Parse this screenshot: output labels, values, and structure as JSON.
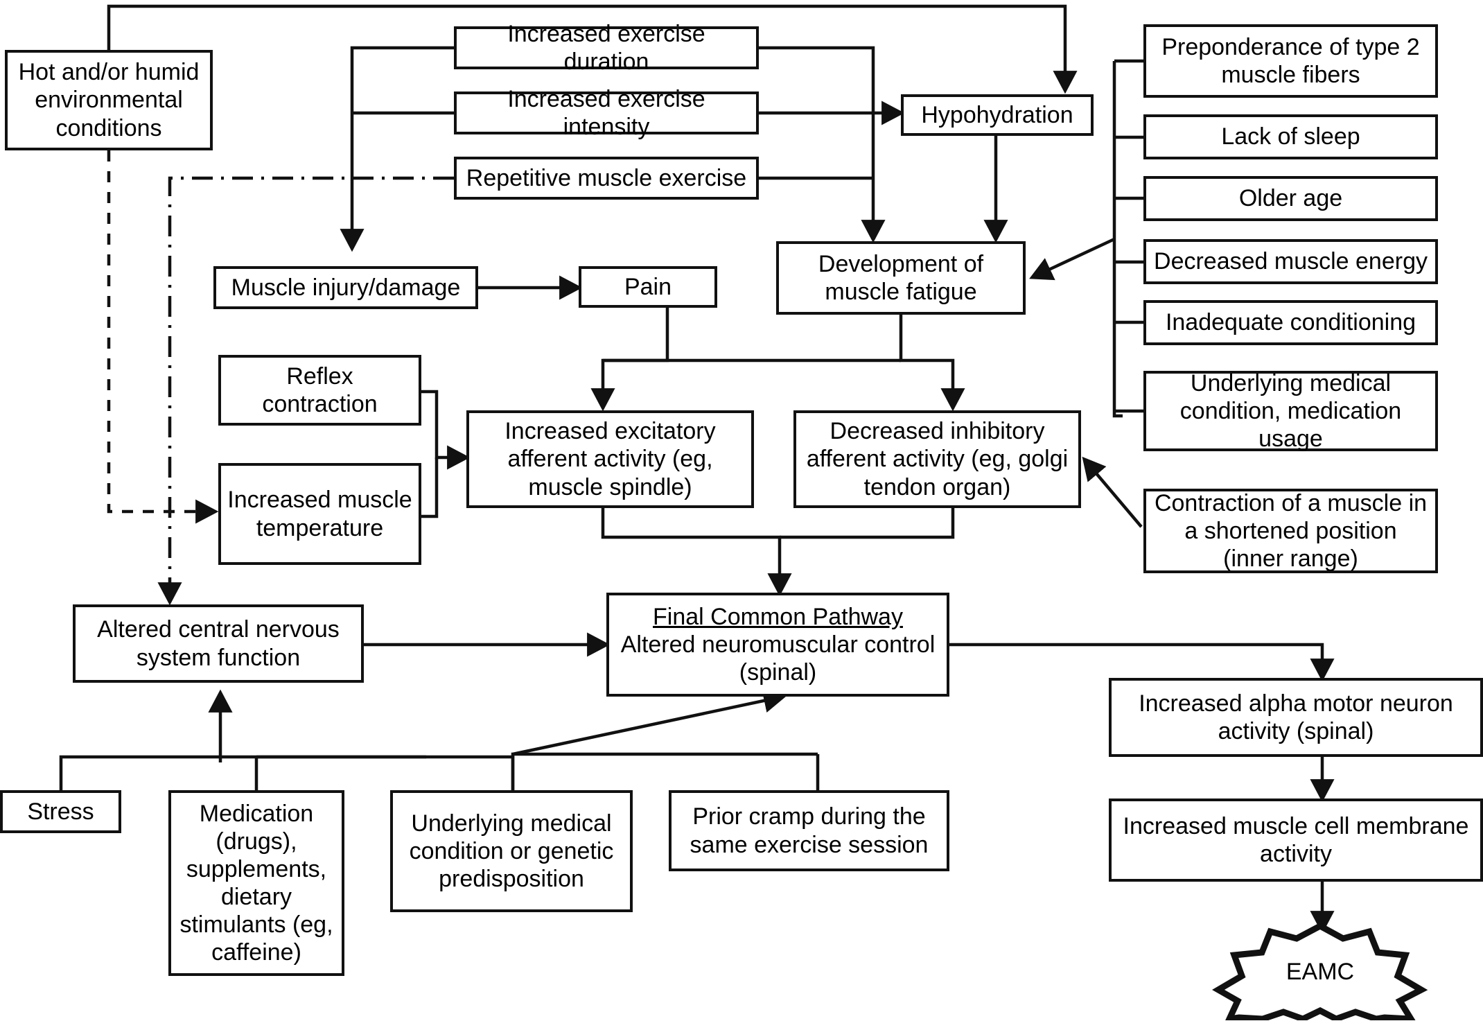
{
  "diagram": {
    "title": "Exercise-Associated Muscle Cramping (EAMC) pathway",
    "line_color": "#111111",
    "box_fill": "#ffffff",
    "nodes": {
      "hot_humid": "Hot and/or humid environmental conditions",
      "exercise_duration": "Increased exercise duration",
      "exercise_intensity": "Increased exercise intensity",
      "repetitive_exercise": "Repetitive muscle exercise",
      "hypohydration": "Hypohydration",
      "muscle_injury": "Muscle injury/damage",
      "pain": "Pain",
      "muscle_fatigue": "Development of muscle fatigue",
      "reflex_contraction": "Reflex contraction",
      "muscle_temperature": "Increased muscle temperature",
      "excitatory_afferent": "Increased excitatory afferent activity (eg, muscle spindle)",
      "inhibitory_afferent": "Decreased inhibitory afferent activity (eg, golgi tendon organ)",
      "fcp_heading": "Final Common Pathway",
      "fcp_body_line1": "Altered neuromuscular control",
      "fcp_body_line2": "(spinal)",
      "altered_cns": "Altered central nervous system function",
      "stress": "Stress",
      "medication": "Medication (drugs), supplements, dietary stimulants (eg, caffeine)",
      "underlying_genetic": "Underlying medical condition or genetic predisposition",
      "prior_cramp": "Prior cramp during the same exercise session",
      "alpha_motor": "Increased alpha motor neuron activity (spinal)",
      "membrane_activity": "Increased muscle cell membrane activity",
      "eamc": "EAMC"
    },
    "risk_factors": [
      "Preponderance of type 2 muscle fibers",
      "Lack of sleep",
      "Older age",
      "Decreased muscle energy",
      "Inadequate conditioning",
      "Underlying medical condition, medication usage"
    ],
    "shortened_position": "Contraction of a muscle in a shortened position (inner range)"
  }
}
